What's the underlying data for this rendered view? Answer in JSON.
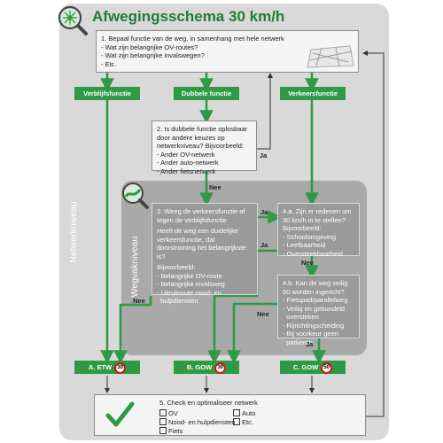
{
  "title": "Afwegingsschema 30 km/h",
  "side_labels": {
    "network": "Netwerkniveau",
    "road": "Wegvakniveau"
  },
  "step1": {
    "text": "1. Bepaal functie van de weg, in samenhang met hele netwerk",
    "items": [
      "- Wat zijn belangrijke OV-routes?",
      "- Wat zijn belangrijke invalswegen?",
      "- Etc."
    ]
  },
  "functions": {
    "left": "Verblijfsfunctie",
    "middle": "Dubbele functie",
    "right": "Verkeersfunctie"
  },
  "step2": {
    "text": "2. Is dubbele functie oplosbaar door andere keuzes op netwerkniveau? Bijvoorbeeld:",
    "items": [
      "- Ander OV-netwerk",
      "- Ander auto-netwerk",
      "- Ander fietsnetwerk"
    ]
  },
  "step3": {
    "text": "3. Weeg de verkeersfunctie af tegen de verblijfsfunctie",
    "text2": "Heeft de weg een duidelijke verkeersfunctie, dat doorstroming het belangrijkste is?",
    "text3": "Bijvoorbeeld:",
    "items": [
      "- Belangrijke OV-route",
      "- Belangrijke invalsweg",
      "- Uitrukroute nood- en",
      "  hulpdiensten"
    ]
  },
  "step4a": {
    "text": "4.a. Zijn er redenen om 30 km/h in te stellen?",
    "text2": "Bijvoorbeeld:",
    "items": [
      "- Schoolomgeving",
      "- Leefbaarheid",
      "- Oversteekbaarheid"
    ]
  },
  "step4b": {
    "text": "4.b. Kan de weg veilig 50 worden ingericht?",
    "items": [
      "- Fietspad/parallelweg",
      "- Veilig en gebundeld",
      "  oversteken",
      "- Rijrichtingscheiding",
      "- Bij voorkeur geen",
      "  parkeren"
    ]
  },
  "arrow_labels": {
    "ja": "Ja",
    "nee": "Nee"
  },
  "results": {
    "a": {
      "label": "A. ETW",
      "speed": "30"
    },
    "b": {
      "label": "B. GOW",
      "speed": "30"
    },
    "c": {
      "label": "C. GOW",
      "speed": "50"
    }
  },
  "step5": {
    "text": "5. Check en optimaliseer netwerk",
    "options": [
      "OV",
      "Auto",
      "Nood- en hulpdiensten",
      "Etc.",
      "Fiets"
    ]
  },
  "colors": {
    "green": "#2f9a45",
    "title_green": "#1e7d33",
    "panel": "#d9d9d9",
    "road_panel": "#a9a9a9",
    "sign_red": "#d01818"
  },
  "icons": [
    "network-magnifier-icon",
    "road-magnifier-icon",
    "network-map-icon",
    "green-checkmark-icon",
    "speed-sign-icon"
  ]
}
